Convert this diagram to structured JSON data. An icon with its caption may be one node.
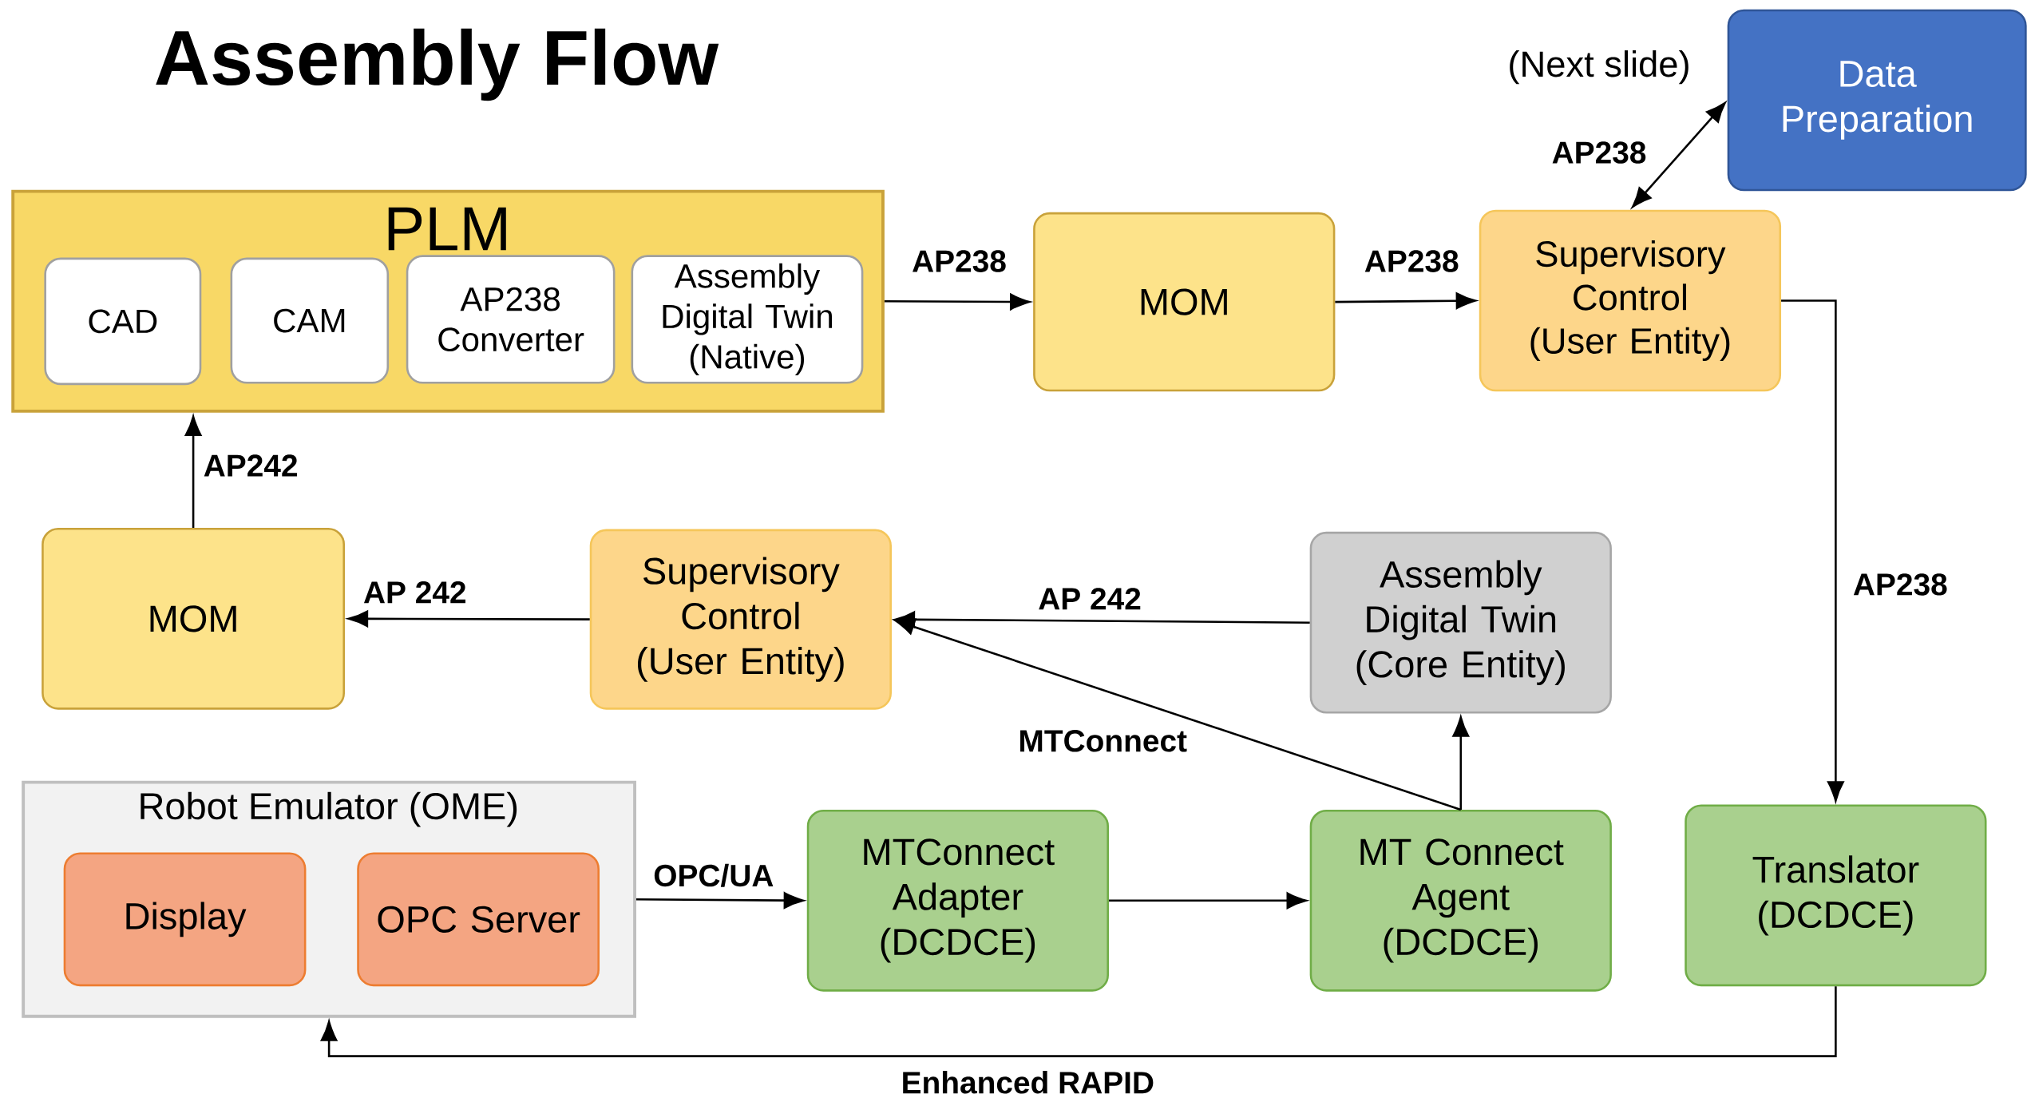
{
  "diagram": {
    "title": "Assembly Flow",
    "nodes": [
      {
        "text": [
          "PLM"
        ]
      },
      {
        "text": [
          "CAD"
        ],
        "in": 0
      },
      {
        "text": [
          "CAM"
        ],
        "in": 0
      },
      {
        "text": [
          "AP238 Converter"
        ],
        "in": 0
      },
      {
        "text": [
          "Assembly Digital Twin (Native)"
        ],
        "in": 0
      },
      {
        "text": [
          "MOM"
        ]
      },
      {
        "text": [
          "Supervisory Control (User Entity)"
        ]
      },
      {
        "text": [
          "Data Preparation"
        ],
        "beside": [
          "(Next  slide)"
        ]
      },
      {
        "text": [
          "MOM"
        ]
      },
      {
        "text": [
          "Supervisory Control (User Entity)"
        ]
      },
      {
        "text": [
          "Assembly Digital Twin (Core Entity)"
        ]
      },
      {
        "text": [
          "Robot Emulator  (OME)"
        ]
      },
      {
        "text": [
          "Display"
        ],
        "in": 11
      },
      {
        "text": [
          "OPC Server"
        ],
        "in": 11
      },
      {
        "text": [
          "MTConnect Adapter (DCDCE)"
        ]
      },
      {
        "text": [
          "MT Connect Agent (DCDCE)"
        ]
      },
      {
        "text": [
          "Translator (DCDCE)"
        ]
      }
    ],
    "edges": [
      {
        "from": 0,
        "to": 5,
        "arrow": "to",
        "label": "AP238"
      },
      {
        "from": 5,
        "to": 6,
        "arrow": "to",
        "label": "AP238"
      },
      {
        "from": 6,
        "to": 7,
        "arrow": "both",
        "label": "AP238"
      },
      {
        "from": 6,
        "to": 16,
        "arrow": "to",
        "label": "AP238"
      },
      {
        "from": 10,
        "to": 9,
        "arrow": "to",
        "label": "AP 242"
      },
      {
        "from": 9,
        "to": 8,
        "arrow": "to",
        "label": "AP 242"
      },
      {
        "from": 8,
        "to": 0,
        "arrow": "to",
        "label": "AP242"
      },
      {
        "from": 15,
        "to": 9,
        "arrow": "to",
        "label": "MTConnect"
      },
      {
        "from": 11,
        "to": 14,
        "arrow": "to",
        "label": "OPC/UA"
      },
      {
        "from": 14,
        "to": 15,
        "arrow": "to"
      },
      {
        "from": 15,
        "to": 10,
        "arrow": "to"
      },
      {
        "from": 16,
        "to": 11,
        "arrow": "to",
        "label": "Enhanced RAPID"
      }
    ]
  }
}
